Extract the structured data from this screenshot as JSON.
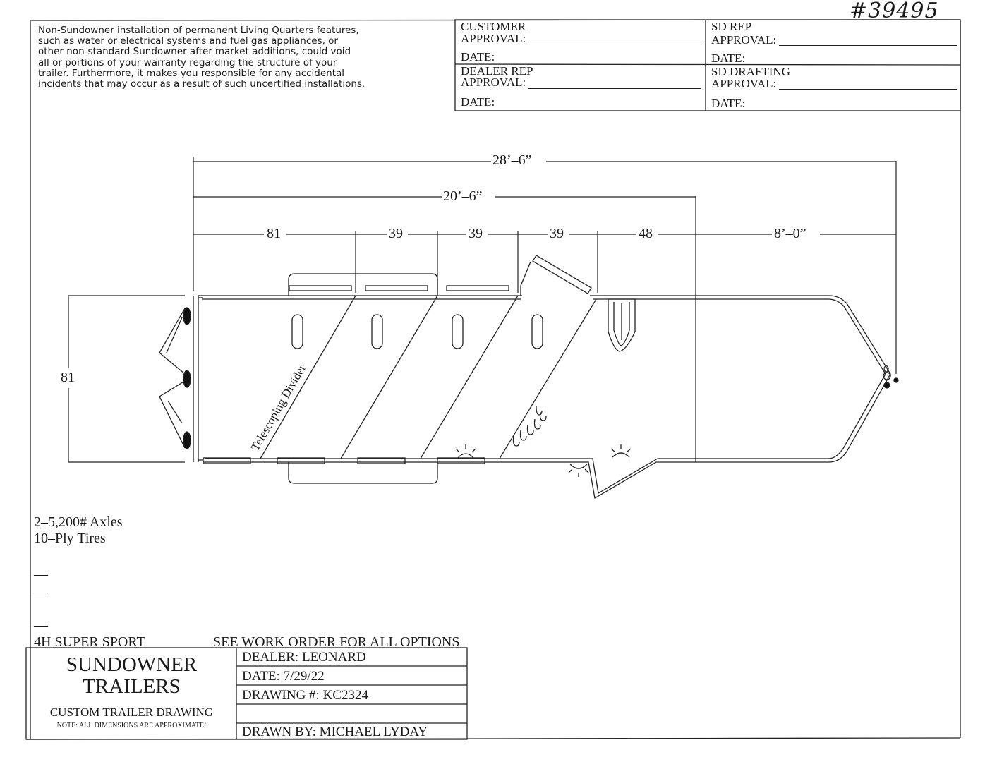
{
  "stamp": "#39495",
  "disclaimer_lines": [
    "Non-Sundowner installation of permanent Living Quarters features,",
    "such as water or electrical systems and fuel gas appliances, or",
    "other non-standard Sundowner after-market additions, could void",
    "all or portions of your warranty regarding the structure of your",
    "trailer.  Furthermore, it makes you responsible for any accidental",
    "incidents that may occur as a result of such uncertified installations."
  ],
  "approvals": {
    "customer": {
      "title": "CUSTOMER",
      "approval": "APPROVAL:",
      "date": "DATE:"
    },
    "sd_rep": {
      "title": "SD  REP",
      "approval": "APPROVAL:",
      "date": "DATE:"
    },
    "dealer_rep": {
      "title": "DEALER  REP",
      "approval": "APPROVAL:",
      "date": "DATE:"
    },
    "sd_drafting": {
      "title": "SD  DRAFTING",
      "approval": "APPROVAL:",
      "date": "DATE:"
    }
  },
  "dimensions": {
    "overall": "28’–6”",
    "horse_area": "20’–6”",
    "stall_1": "81",
    "stall_2": "39",
    "stall_3": "39",
    "stall_4": "39",
    "tack": "48",
    "nose": "8’–0”",
    "width": "81"
  },
  "divider_label": "Telescoping Divider",
  "specs": {
    "axles": "2–5,200# Axles",
    "tires": "10–Ply Tires",
    "blank_1": "––",
    "blank_2": "––",
    "blank_3": "––"
  },
  "model": "4H  SUPER  SPORT",
  "options_note": "SEE  WORK  ORDER  FOR  ALL  OPTIONS",
  "title_block": {
    "company_line1": "SUNDOWNER",
    "company_line2": "TRAILERS",
    "drawing_type": "CUSTOM  TRAILER  DRAWING",
    "note": "NOTE:  ALL  DIMENSIONS  ARE  APPROXIMATE!",
    "dealer": "DEALER:  LEONARD",
    "date": "DATE:  7/29/22",
    "drawing_number": "DRAWING  #:  KC2324",
    "blank_row": "",
    "drawn_by": "DRAWN  BY:  MICHAEL  LYDAY"
  }
}
